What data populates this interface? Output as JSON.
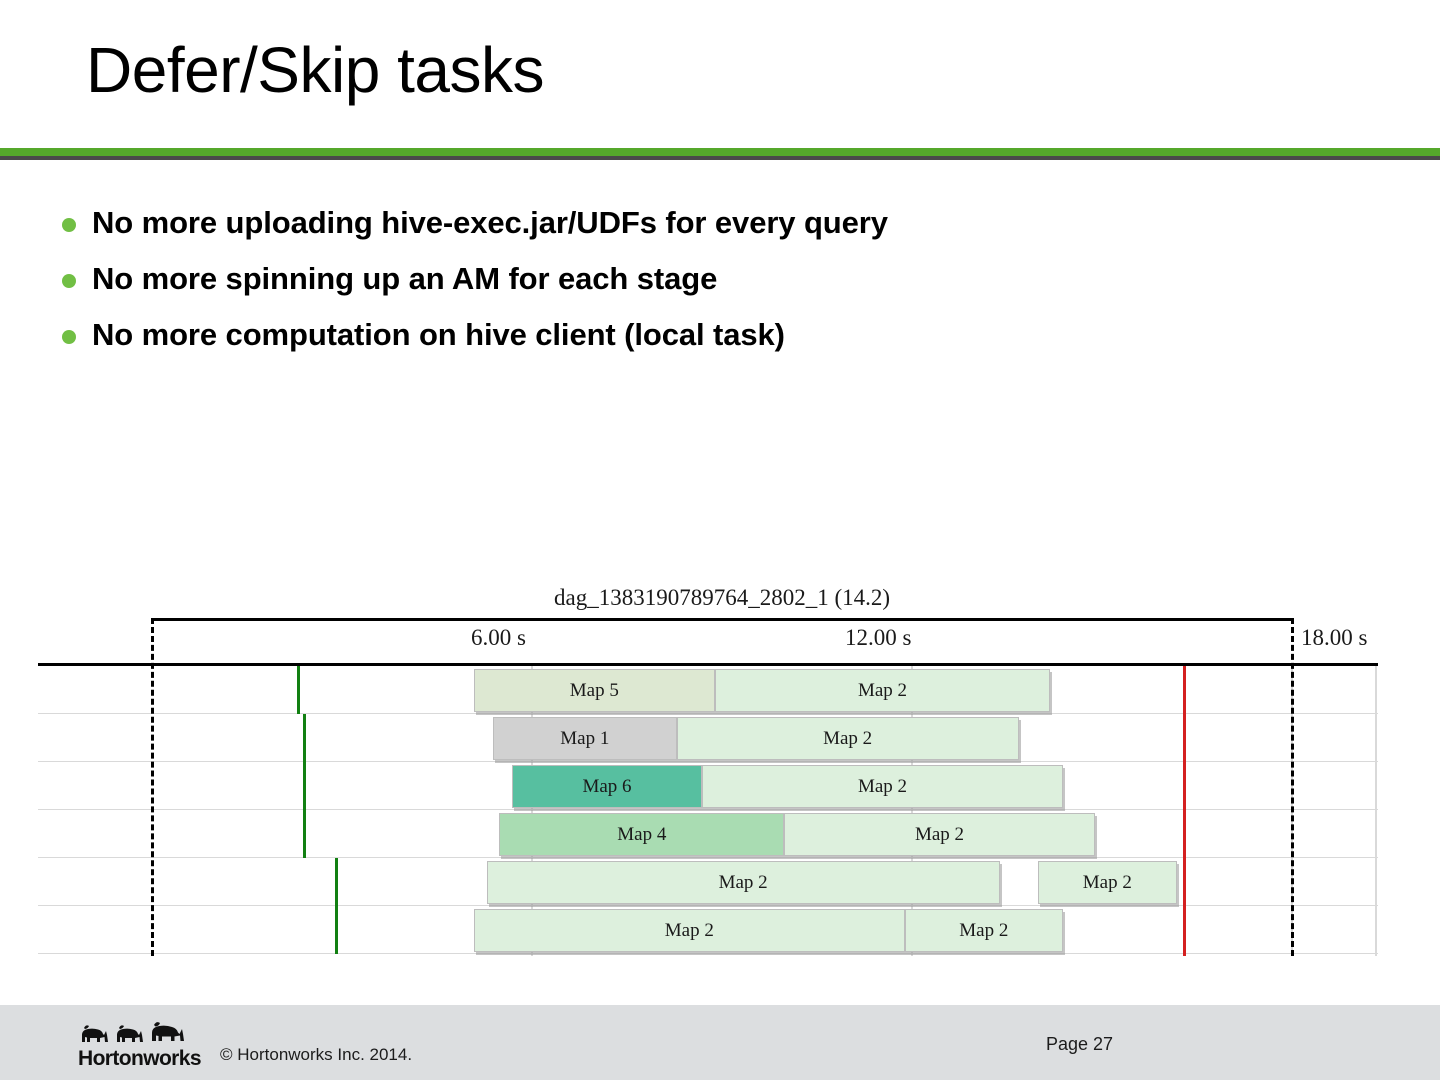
{
  "slide": {
    "title": "Defer/Skip tasks",
    "accent_color": "#55A82B"
  },
  "bullets": [
    {
      "text": "No more uploading hive-exec.jar/UDFs for every query"
    },
    {
      "text": "No more spinning up an AM for each stage"
    },
    {
      "text": "No more computation on hive client (local task)"
    }
  ],
  "footer": {
    "logo_wordmark": "Hortonworks",
    "copyright": "© Hortonworks Inc. 2014.",
    "page_label": "Page 27",
    "background_color": "#dcdee0"
  },
  "chart_data": {
    "type": "bar",
    "title": "dag_1383190789764_2802_1 (14.2)",
    "xlabel": "",
    "ylabel": "",
    "xlim": [
      0,
      19.5
    ],
    "grid": true,
    "legend": null,
    "tick_labels": [
      "6.00 s",
      "12.00 s",
      "18.00 s"
    ],
    "tick_values": [
      6.0,
      12.0,
      18.0
    ],
    "colors": {
      "map2": "#ddf0dd",
      "map5": "#dde8d2",
      "map1": "#d1d1d1",
      "map6": "#57bfa0",
      "map4": "#a9dcb2",
      "marker_green": "#128012",
      "marker_red": "#d42020",
      "boundary_dashed": "#000000",
      "gridline": "#d9d9d9"
    },
    "dag_start_s": 0.0,
    "dag_end_s": 18.0,
    "red_marker_s": 16.3,
    "rows": [
      {
        "row": 1,
        "green_marker_s": 2.3,
        "tasks": [
          {
            "label": "Map 5",
            "start_s": 5.1,
            "end_s": 8.9,
            "color_key": "map5"
          },
          {
            "label": "Map 2",
            "start_s": 8.9,
            "end_s": 14.2,
            "color_key": "map2"
          }
        ]
      },
      {
        "row": 2,
        "green_marker_s": 2.4,
        "tasks": [
          {
            "label": "Map 1",
            "start_s": 5.4,
            "end_s": 8.3,
            "color_key": "map1"
          },
          {
            "label": "Map 2",
            "start_s": 8.3,
            "end_s": 13.7,
            "color_key": "map2"
          }
        ]
      },
      {
        "row": 3,
        "green_marker_s": 2.4,
        "tasks": [
          {
            "label": "Map 6",
            "start_s": 5.7,
            "end_s": 8.7,
            "color_key": "map6"
          },
          {
            "label": "Map 2",
            "start_s": 8.7,
            "end_s": 14.4,
            "color_key": "map2"
          }
        ]
      },
      {
        "row": 4,
        "green_marker_s": 2.4,
        "tasks": [
          {
            "label": "Map 4",
            "start_s": 5.5,
            "end_s": 10.0,
            "color_key": "map4"
          },
          {
            "label": "Map 2",
            "start_s": 10.0,
            "end_s": 14.9,
            "color_key": "map2"
          }
        ]
      },
      {
        "row": 5,
        "green_marker_s": 2.9,
        "tasks": [
          {
            "label": "Map 2",
            "start_s": 5.3,
            "end_s": 13.4,
            "color_key": "map2"
          },
          {
            "label": "Map 2",
            "start_s": 14.0,
            "end_s": 16.2,
            "color_key": "map2"
          }
        ]
      },
      {
        "row": 6,
        "green_marker_s": 2.9,
        "tasks": [
          {
            "label": "Map 2",
            "start_s": 5.1,
            "end_s": 11.9,
            "color_key": "map2"
          },
          {
            "label": "Map 2",
            "start_s": 11.9,
            "end_s": 14.4,
            "color_key": "map2"
          }
        ]
      }
    ]
  }
}
